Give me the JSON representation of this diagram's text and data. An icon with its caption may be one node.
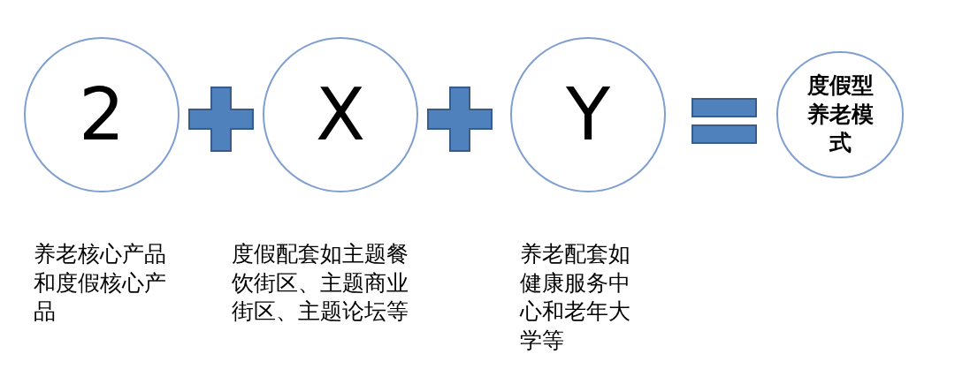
{
  "diagram": {
    "nodes": [
      {
        "text": [
          "2"
        ],
        "beside": [
          "养老核心产品和度假核心产品"
        ]
      },
      {
        "text": [
          "X"
        ],
        "beside": [
          "度假配套如主题餐饮街区、主题商业街区、主题论坛等"
        ]
      },
      {
        "text": [
          "Y"
        ],
        "beside": [
          "养老配套如健康服务中心和老年大学等"
        ]
      },
      {
        "text": [
          "度假型养老模式"
        ]
      }
    ]
  }
}
